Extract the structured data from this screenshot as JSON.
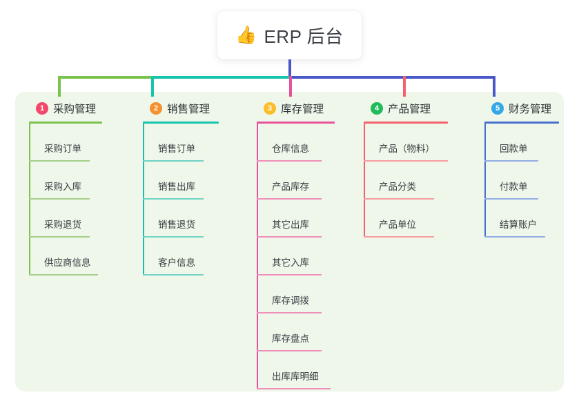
{
  "root": {
    "icon": "thumbs-up-icon",
    "icon_glyph": "👍",
    "title": "ERP 后台"
  },
  "colors": {
    "panel_bg": "#eef7e9",
    "page_bg": "#ffffff",
    "trunk_green": "#7ac24b",
    "trunk_teal": "#16c3ad",
    "trunk_blue": "#4a57c8",
    "drop_pink": "#e8519b",
    "drop_red": "#f4606c"
  },
  "columns": [
    {
      "number": "1",
      "title": "采购管理",
      "badge_color": "#f2486b",
      "line_color": "#7ac24b",
      "rule_color": "#a7cf8a",
      "items": [
        {
          "label": "采购订单",
          "rule_width": 88
        },
        {
          "label": "采购入库",
          "rule_width": 88
        },
        {
          "label": "采购退货",
          "rule_width": 88
        },
        {
          "label": "供应商信息",
          "rule_width": 100
        }
      ],
      "head_rule_width": 106
    },
    {
      "number": "2",
      "title": "销售管理",
      "badge_color": "#f5902e",
      "line_color": "#16c3ad",
      "rule_color": "#6fd3c6",
      "items": [
        {
          "label": "销售订单",
          "rule_width": 88
        },
        {
          "label": "销售出库",
          "rule_width": 88
        },
        {
          "label": "销售退货",
          "rule_width": 88
        },
        {
          "label": "客户信息",
          "rule_width": 88
        }
      ],
      "head_rule_width": 110
    },
    {
      "number": "3",
      "title": "库存管理",
      "badge_color": "#fbbe2a",
      "line_color": "#e8519b",
      "rule_color": "#f08fbb",
      "items": [
        {
          "label": "仓库信息",
          "rule_width": 94
        },
        {
          "label": "产品库存",
          "rule_width": 94
        },
        {
          "label": "其它出库",
          "rule_width": 94
        },
        {
          "label": "其它入库",
          "rule_width": 94
        },
        {
          "label": "库存调拨",
          "rule_width": 94
        },
        {
          "label": "库存盘点",
          "rule_width": 94
        },
        {
          "label": "出库库明细",
          "rule_width": 107
        }
      ],
      "head_rule_width": 113
    },
    {
      "number": "4",
      "title": "产品管理",
      "badge_color": "#22bb5b",
      "line_color": "#f4606c",
      "rule_color": "#f79ca0",
      "items": [
        {
          "label": "产品（物料）",
          "rule_width": 122
        },
        {
          "label": "产品分类",
          "rule_width": 102
        },
        {
          "label": "产品单位",
          "rule_width": 102
        }
      ],
      "head_rule_width": 122
    },
    {
      "number": "5",
      "title": "财务管理",
      "badge_color": "#32a9e6",
      "line_color": "#4a6fcf",
      "rule_color": "#93aee4",
      "items": [
        {
          "label": "回款单",
          "rule_width": 78
        },
        {
          "label": "付款单",
          "rule_width": 78
        },
        {
          "label": "结算账户",
          "rule_width": 88
        }
      ],
      "head_rule_width": 108
    }
  ]
}
